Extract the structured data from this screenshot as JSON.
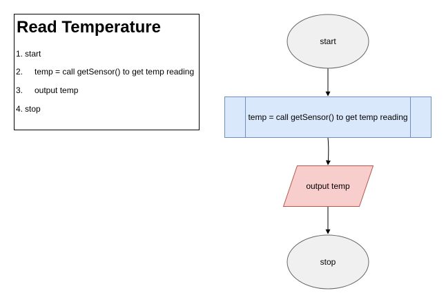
{
  "pseudocode": {
    "title": "Read Temperature",
    "steps": [
      {
        "number": "1.",
        "text": "start"
      },
      {
        "number": "2.",
        "text": "temp = call getSensor() to get temp reading"
      },
      {
        "number": "3.",
        "text": "output temp"
      },
      {
        "number": "4.",
        "text": "stop"
      }
    ]
  },
  "flowchart": {
    "start_label": "start",
    "process_label": "temp = call getSensor() to get temp reading",
    "output_label": "output temp",
    "stop_label": "stop"
  },
  "colors": {
    "terminator_fill": "#f0f0f0",
    "terminator_stroke": "#666666",
    "process_fill": "#dae8fc",
    "process_stroke": "#6c8ebf",
    "io_fill": "#f8cecc",
    "io_stroke": "#b85450",
    "connector": "#000000"
  }
}
